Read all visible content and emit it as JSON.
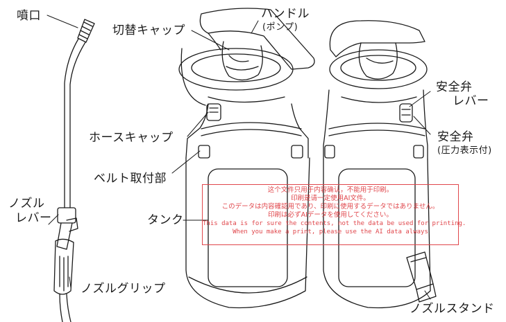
{
  "labels": {
    "nozzle_tip": "噴口",
    "switch_cap": "切替キャップ",
    "handle": "ハンドル",
    "handle_sub": "(ポンプ)",
    "hose_cap": "ホースキャップ",
    "belt_mount": "ベルト取付部",
    "nozzle_lever_1": "ノズル",
    "nozzle_lever_2": "レバー",
    "tank": "タンク",
    "nozzle_grip": "ノズルグリップ",
    "safety_lever_1": "安全弁",
    "safety_lever_2": "レバー",
    "safety_valve": "安全弁",
    "safety_valve_sub": "(圧力表示付)",
    "nozzle_stand": "ノズルスタンド"
  },
  "notice": {
    "line1": "这个文件只用于内容确认，不能用于印刷。",
    "line2": "印刷是请一定使用AI文件。",
    "line3": "このデータは内容確認用であり、印刷に使用するデータではありません。",
    "line4": "印刷は必ずAIデータを使用してください。",
    "line5": "This data is for sure the contents, not the data be used for printing.",
    "line6": "When you make a print, please use the AI data always"
  },
  "colors": {
    "line": "#1a1a1a",
    "notice": "#e0464b",
    "background": "#ffffff"
  }
}
